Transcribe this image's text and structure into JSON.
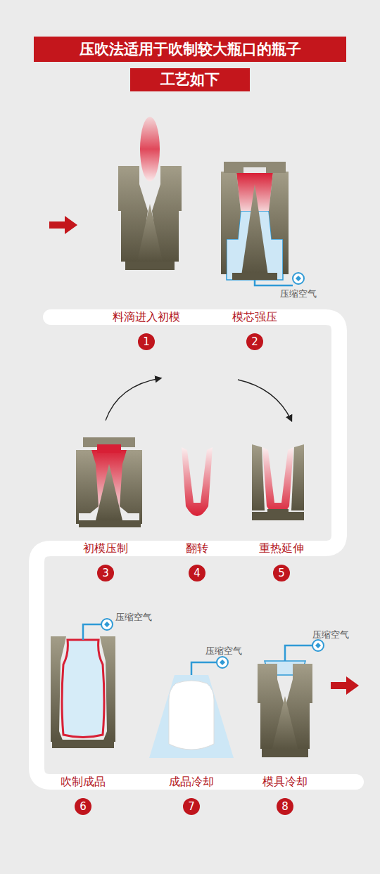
{
  "diagram": {
    "title": "压吹法适用于吹制较大瓶口的瓶子",
    "nodes": [
      {
        "text": [
          "工艺如下"
        ]
      },
      {
        "text": [
          "料滴进入初模",
          "1"
        ]
      },
      {
        "text": [
          "模芯强压",
          "2"
        ]
      },
      {
        "text": [
          "初模压制",
          "3"
        ]
      },
      {
        "text": [
          "翻转",
          "4"
        ]
      },
      {
        "text": [
          "重热延伸",
          "5"
        ]
      },
      {
        "text": [
          "吹制成品",
          "6"
        ]
      },
      {
        "text": [
          "成品冷却",
          "7"
        ]
      },
      {
        "text": [
          "模具冷却",
          "8"
        ]
      }
    ],
    "labels": [
      "压缩空气",
      "压缩空气",
      "压缩空气",
      "压缩空气"
    ]
  }
}
